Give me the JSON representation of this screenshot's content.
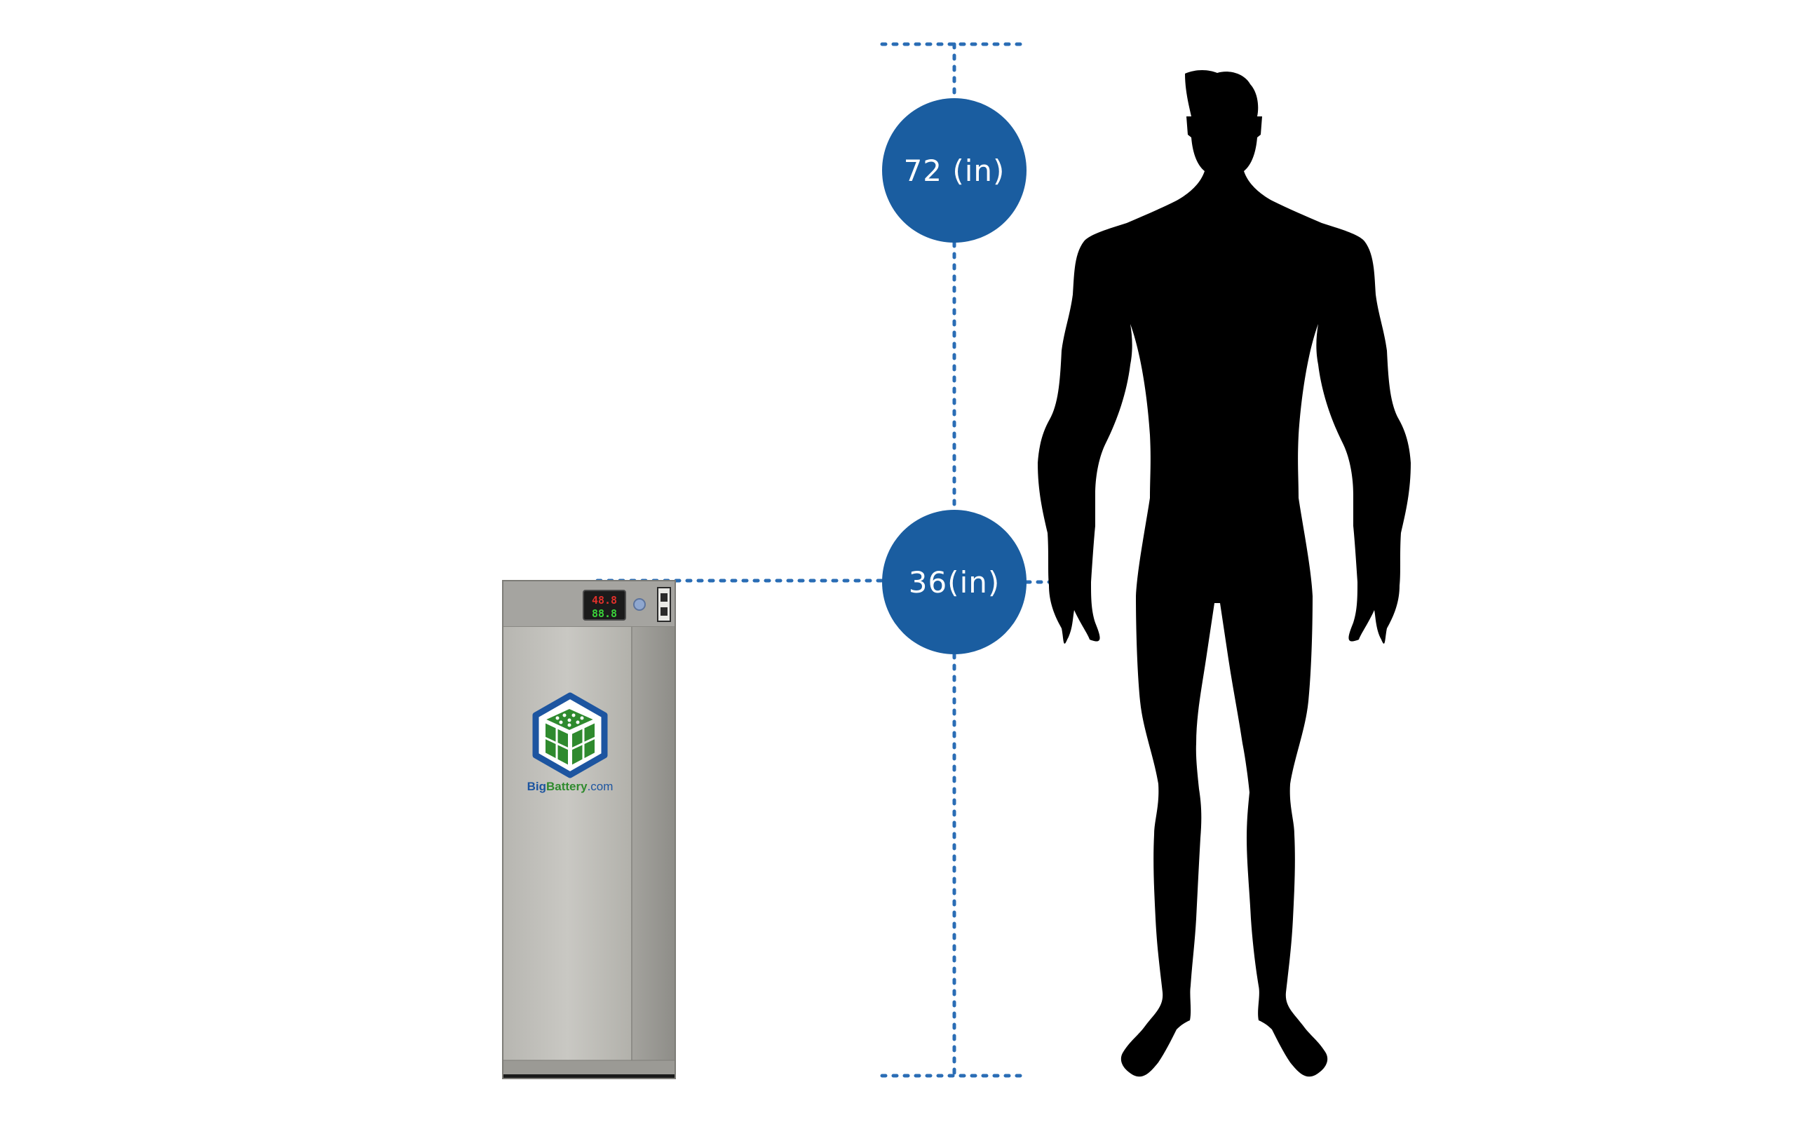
{
  "measurements": {
    "full_height_label": "72 (in)",
    "half_height_label": "36(in)"
  },
  "battery": {
    "brand_big": "Big",
    "brand_battery": "Battery",
    "brand_domain": ".com",
    "display_top": "48.8",
    "display_bottom": "88.8"
  },
  "colors": {
    "callout": "#1a5da0",
    "dotted_line": "#2a6db5",
    "silhouette": "#000000",
    "cabinet": "#bdbcb6",
    "logo_green": "#2f8a2e",
    "logo_blue": "#1d55a0"
  },
  "icons": {
    "person": "person-silhouette-icon",
    "logo": "hexagon-cube-logo-icon"
  }
}
